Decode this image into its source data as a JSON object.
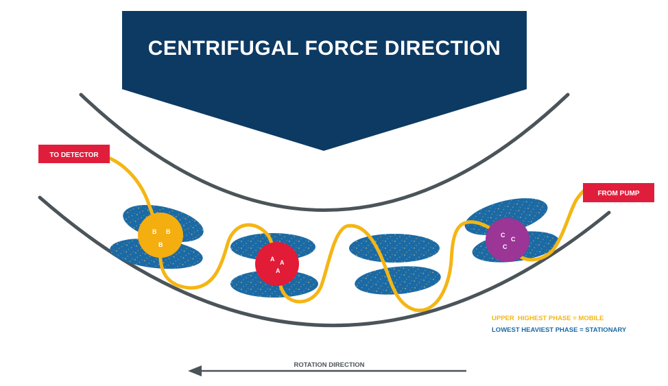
{
  "title": "CENTRIFUGAL FORCE DIRECTION",
  "labels": {
    "to_detector": "TO DETECTOR",
    "from_pump": "FROM PUMP",
    "rotation": "ROTATION DIRECTION"
  },
  "legend": {
    "mobile": "UPPER  HIGHEST PHASE = MOBILE",
    "stationary": "LOWEST HEAVIEST PHASE = STATIONARY"
  },
  "compounds": {
    "b": [
      "B",
      "B",
      "B"
    ],
    "a": [
      "A",
      "A",
      "A"
    ],
    "c": [
      "C",
      "C",
      "C"
    ]
  },
  "colors": {
    "arrow": "#0d3a63",
    "label_box": "#e01e3c",
    "tube": "#f4b614",
    "stationary": "#1b6aa5",
    "compound_b": "#f4ae10",
    "compound_a": "#e21b37",
    "compound_c": "#9b3596",
    "arc": "#4a5459"
  }
}
